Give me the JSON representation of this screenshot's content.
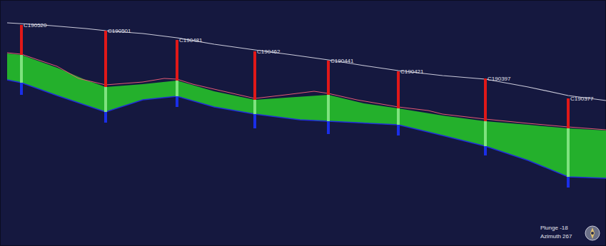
{
  "diagram": {
    "labels": [
      "C190520",
      "C190501",
      "C190481",
      "C190462",
      "C190441",
      "C190421",
      "C190397",
      "C190377",
      "Plunge -18",
      "Azimuth 267"
    ]
  }
}
